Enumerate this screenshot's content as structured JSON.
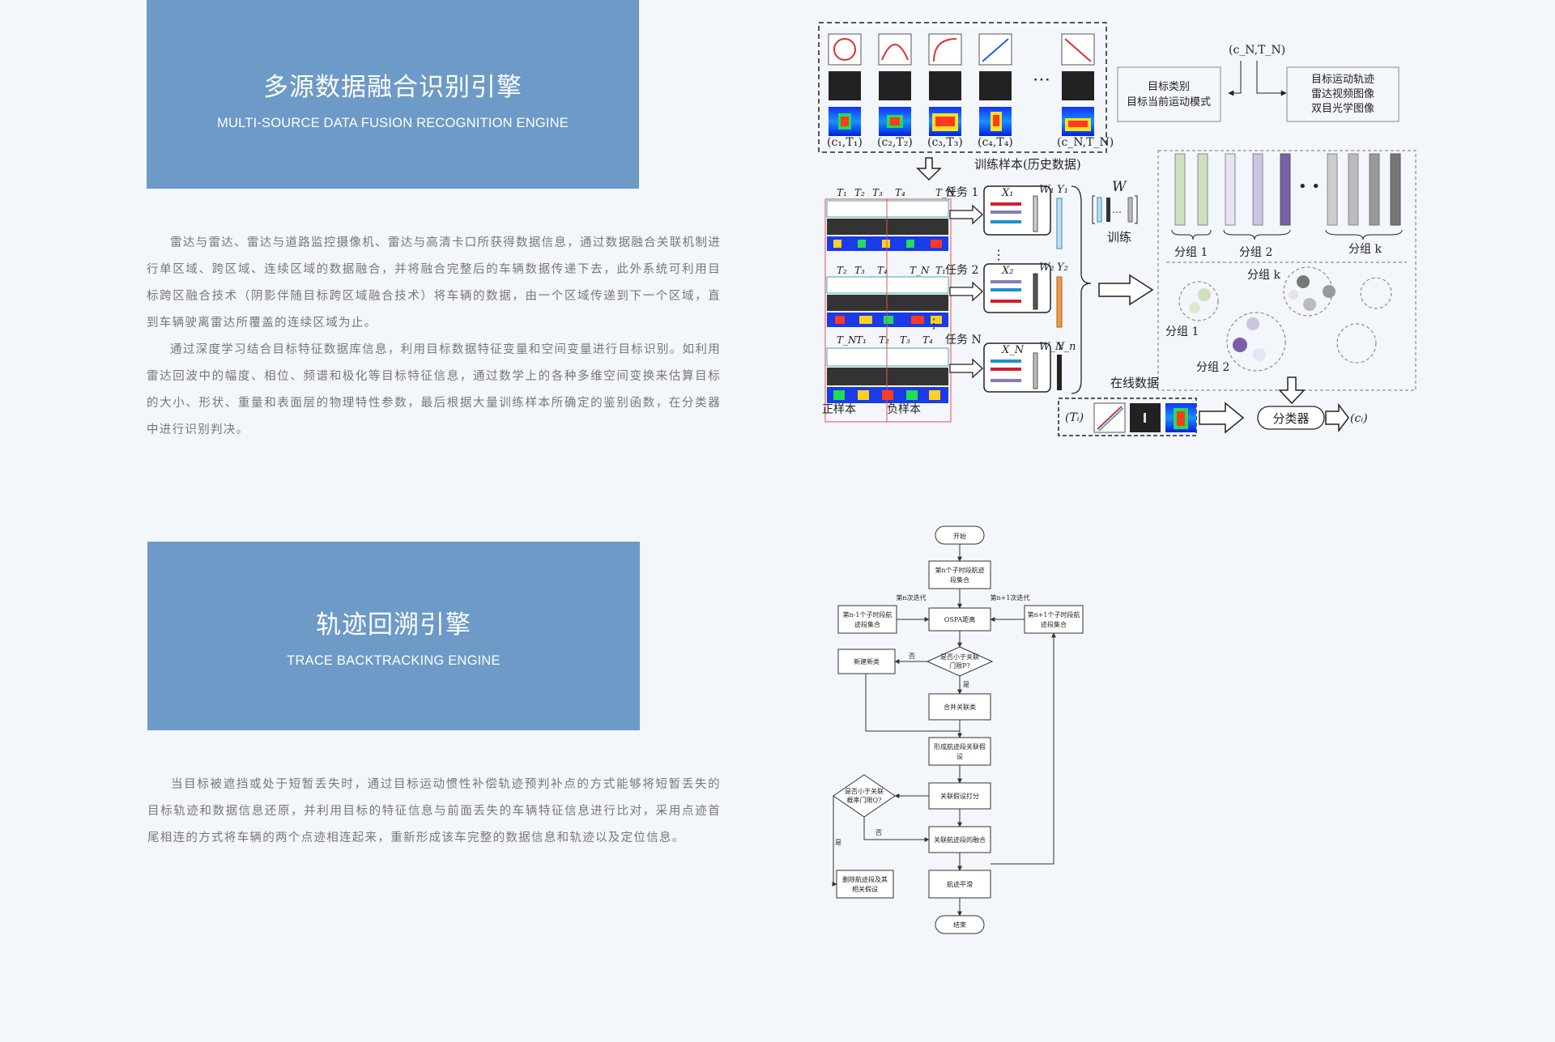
{
  "section1": {
    "title": "多源数据融合识别引擎",
    "subtitle": "MULTI-SOURCE DATA FUSION RECOGNITION ENGINE",
    "paragraphs": [
      "雷达与雷达、雷达与道路监控摄像机、雷达与高清卡口所获得数据信息，通过数据融合关联机制进行单区域、跨区域、连续区域的数据融合，并将融合完整后的车辆数据传递下去，此外系统可利用目标跨区融合技术（阴影伴随目标跨区域融合技术）将车辆的数据，由一个区域传递到下一个区域，直到车辆驶离雷达所覆盖的连续区域为止。",
      "通过深度学习结合目标特征数据库信息，利用目标数据特征变量和空间变量进行目标识别。如利用雷达回波中的幅度、相位、频谱和极化等目标特征信息，通过数学上的各种多维空间变换来估算目标的大小、形状、重量和表面层的物理特性参数，最后根据大量训练样本所确定的鉴别函数，在分类器中进行识别判决。"
    ]
  },
  "diagram1": {
    "training_samples": "训练样本(历史数据)",
    "sample_labels": [
      "(c₁,T₁)",
      "(c₂,T₂)",
      "(c₃,T₃)",
      "(c₄,T₄)",
      "(c_N,T_N)"
    ],
    "top_node": "(c_N,T_N)",
    "box_left": [
      "目标类别",
      "目标当前运动模式"
    ],
    "box_right": [
      "目标运动轨迹",
      "雷达视频图像",
      "双目光学图像"
    ],
    "tasks": [
      "任务 1",
      "任务 2",
      "任务 N"
    ],
    "x_labels": [
      "X₁",
      "X₂",
      "X_N"
    ],
    "w_labels": [
      "W₁",
      "W₂",
      "W_N"
    ],
    "y_labels": [
      "Y₁",
      "Y₂",
      "Y_n"
    ],
    "w_main": "W",
    "train": "训练",
    "groups_top": [
      "分组 1",
      "分组 2",
      "分组 k"
    ],
    "groups_bottom": [
      "分组 k",
      "分组 1",
      "分组 2"
    ],
    "positive": "正样本",
    "negative": "负样本",
    "online": "在线数据",
    "ti": "(Tᵢ)",
    "classifier": "分类器",
    "ci": "(cᵢ)",
    "row_t": [
      [
        "T₁",
        "T₂",
        "T₃",
        "T₄",
        "T_N"
      ],
      [
        "T₂",
        "T₃",
        "T₄",
        "T_N",
        "T₁"
      ],
      [
        "T_N",
        "T₁",
        "T₂",
        "T₃",
        "T₄"
      ]
    ]
  },
  "section2": {
    "title": "轨迹回溯引擎",
    "subtitle": "TRACE BACKTRACKING ENGINE",
    "paragraphs": [
      "当目标被遮挡或处于短暂丢失时，通过目标运动惯性补偿轨迹预判补点的方式能够将短暂丢失的目标轨迹和数据信息还原，并利用目标的特征信息与前面丢失的车辆特征信息进行比对，采用点迹首尾相连的方式将车辆的两个点迹相连起来，重新形成该车完整的数据信息和轨迹以及定位信息。"
    ]
  },
  "flowchart": {
    "start": "开始",
    "n_segment": [
      "第n个子时段航迹",
      "段集合"
    ],
    "iter_n": "第n次迭代",
    "iter_n1": "第n+1次迭代",
    "prev_segment": [
      "第n-1个子时段航",
      "迹段集合"
    ],
    "ospa": "OSPA距离",
    "next_segment": [
      "第n+1个子时段航",
      "迹段集合"
    ],
    "new_class": "新建新类",
    "no": "否",
    "decision1": [
      "是否小于关联",
      "门限P?"
    ],
    "yes": "是",
    "merge": "合并关联类",
    "hypothesis": [
      "形成航迹段关联假",
      "设"
    ],
    "decision2": [
      "是否小于关联",
      "概率门限Q?"
    ],
    "score": "关联假设打分",
    "no2": "否",
    "yes2": "是",
    "fusion": "关联航迹段的融合",
    "delete": [
      "删除航迹段及其",
      "相关假设"
    ],
    "smooth": "航迹平滑",
    "end": "结束"
  }
}
